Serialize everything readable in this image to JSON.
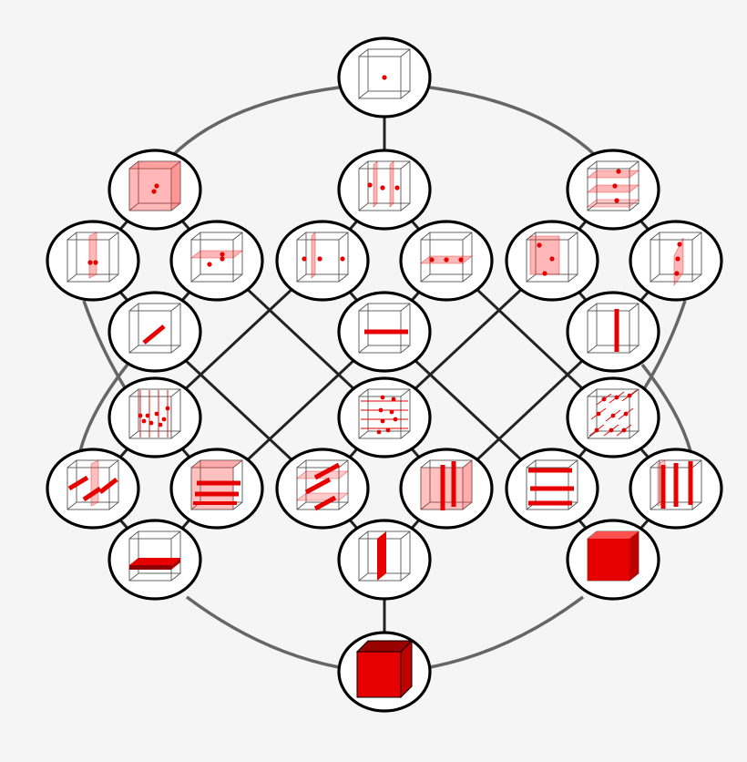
{
  "colors": {
    "background": "#f5f5f5",
    "edge_outer": "#666666",
    "edge_inner": "#222222",
    "node_fill": "#ffffff",
    "node_stroke": "#000000",
    "cube_line": "#555555",
    "accent": "#e60000",
    "accent_dark": "#8a0000",
    "plane_fill": "#ff3030"
  },
  "nodes": [
    {
      "id": "top",
      "icon": "cube-center-point-icon"
    },
    {
      "id": "l1",
      "icon": "cube-filled-translucent-two-points-icon"
    },
    {
      "id": "m1",
      "icon": "cube-two-vertical-planes-points-icon"
    },
    {
      "id": "r1",
      "icon": "cube-two-horizontal-planes-points-icon"
    },
    {
      "id": "l2a",
      "icon": "cube-vertical-plane-two-points-icon"
    },
    {
      "id": "l2b",
      "icon": "cube-horizontal-plane-two-points-icon"
    },
    {
      "id": "m2a",
      "icon": "cube-vertical-plane-three-points-icon"
    },
    {
      "id": "m2b",
      "icon": "cube-horizontal-plane-three-points-icon"
    },
    {
      "id": "r2a",
      "icon": "cube-front-plane-three-points-icon"
    },
    {
      "id": "r2b",
      "icon": "cube-side-plane-two-points-icon"
    },
    {
      "id": "l3",
      "icon": "cube-diagonal-rod-icon"
    },
    {
      "id": "m3",
      "icon": "cube-horizontal-rod-icon"
    },
    {
      "id": "r3",
      "icon": "cube-vertical-rod-icon"
    },
    {
      "id": "l4",
      "icon": "cube-vertical-lines-points-icon"
    },
    {
      "id": "m4",
      "icon": "cube-horizontal-lines-points-icon"
    },
    {
      "id": "r4",
      "icon": "cube-point-lattice-icon"
    },
    {
      "id": "l5a",
      "icon": "cube-plane-three-rods-icon"
    },
    {
      "id": "l5b",
      "icon": "cube-filled-three-rods-icon"
    },
    {
      "id": "m5a",
      "icon": "cube-planes-diagonal-rods-icon"
    },
    {
      "id": "m5b",
      "icon": "cube-filled-vertical-rods-icon"
    },
    {
      "id": "r5a",
      "icon": "cube-three-horizontal-bars-icon"
    },
    {
      "id": "r5b",
      "icon": "cube-planes-vertical-rods-icon"
    },
    {
      "id": "l6",
      "icon": "cube-horizontal-slab-icon"
    },
    {
      "id": "m6",
      "icon": "cube-vertical-slab-icon"
    },
    {
      "id": "r6",
      "icon": "cube-front-slab-icon"
    },
    {
      "id": "bottom",
      "icon": "solid-red-cube-icon"
    }
  ],
  "edges": [
    [
      "top",
      "m1"
    ],
    [
      "m1",
      "m2a"
    ],
    [
      "m1",
      "m2b"
    ],
    [
      "m2a",
      "m3"
    ],
    [
      "m2b",
      "m3"
    ],
    [
      "l1",
      "l2a"
    ],
    [
      "l1",
      "l2b"
    ],
    [
      "l2a",
      "l3"
    ],
    [
      "l2b",
      "l3"
    ],
    [
      "r1",
      "r2a"
    ],
    [
      "r1",
      "r2b"
    ],
    [
      "r2a",
      "r3"
    ],
    [
      "r2b",
      "r3"
    ],
    [
      "l4",
      "l5a"
    ],
    [
      "l4",
      "l5b"
    ],
    [
      "l5a",
      "l6"
    ],
    [
      "l5b",
      "l6"
    ],
    [
      "m4",
      "m5a"
    ],
    [
      "m4",
      "m5b"
    ],
    [
      "m5a",
      "m6"
    ],
    [
      "m5b",
      "m6"
    ],
    [
      "r4",
      "r5a"
    ],
    [
      "r4",
      "r5b"
    ],
    [
      "r5a",
      "r6"
    ],
    [
      "r5b",
      "r6"
    ],
    [
      "m6",
      "bottom"
    ],
    [
      "l2b",
      "m4"
    ],
    [
      "m2a",
      "l4"
    ],
    [
      "l3",
      "m5a"
    ],
    [
      "m3",
      "l5b"
    ],
    [
      "m2b",
      "r4"
    ],
    [
      "r2a",
      "m4"
    ],
    [
      "m3",
      "r5a"
    ],
    [
      "r3",
      "m5b"
    ]
  ]
}
